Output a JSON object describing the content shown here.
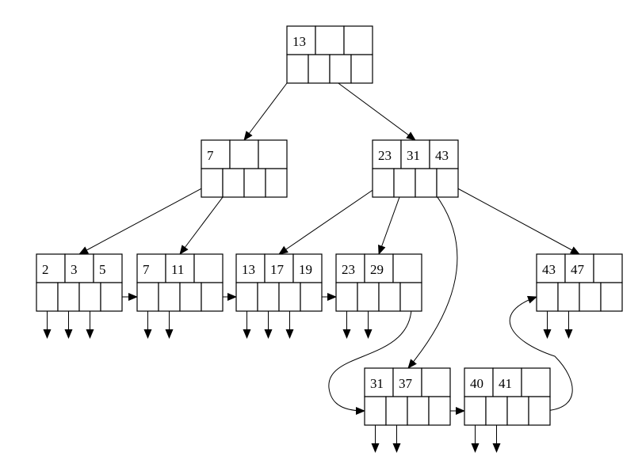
{
  "tree": {
    "nodes": [
      {
        "id": "root",
        "keys": [
          "13",
          "",
          ""
        ]
      },
      {
        "id": "internal-left",
        "keys": [
          "7",
          "",
          ""
        ]
      },
      {
        "id": "internal-right",
        "keys": [
          "23",
          "31",
          "43"
        ]
      },
      {
        "id": "leaf-2-3-5",
        "keys": [
          "2",
          "3",
          "5"
        ]
      },
      {
        "id": "leaf-7-11",
        "keys": [
          "7",
          "11",
          ""
        ]
      },
      {
        "id": "leaf-13-17-19",
        "keys": [
          "13",
          "17",
          "19"
        ]
      },
      {
        "id": "leaf-23-29",
        "keys": [
          "23",
          "29",
          ""
        ]
      },
      {
        "id": "leaf-43-47",
        "keys": [
          "43",
          "47",
          ""
        ]
      },
      {
        "id": "leaf-31-37",
        "keys": [
          "31",
          "37",
          ""
        ]
      },
      {
        "id": "leaf-40-41",
        "keys": [
          "40",
          "41",
          ""
        ]
      }
    ]
  },
  "colors": {
    "stroke": "#000000",
    "fill": "#ffffff",
    "text": "#000000"
  }
}
